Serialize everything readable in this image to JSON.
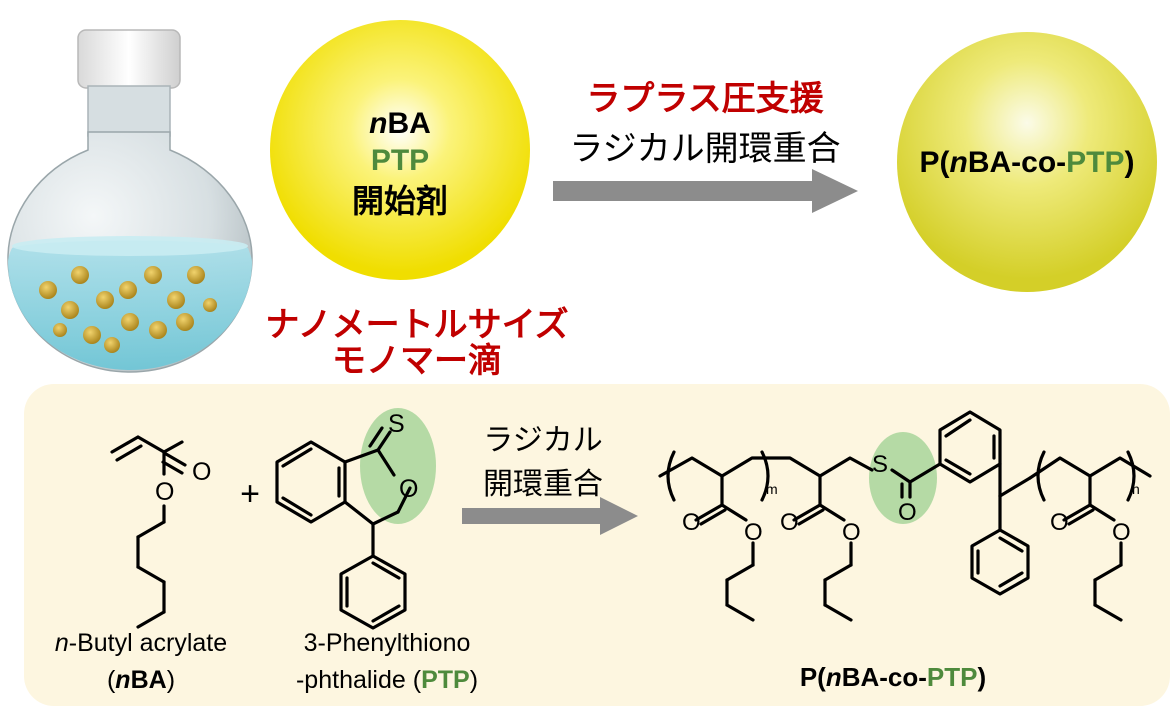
{
  "droplet_left": {
    "line1_italic": "n",
    "line1_rest": "BA",
    "line2": "PTP",
    "line3": "開始剤"
  },
  "process_arrow": {
    "label_red": "ラプラス圧支援",
    "label_black": "ラジカル開環重合"
  },
  "droplet_right": {
    "prefix": "P(",
    "italic": "n",
    "mid": "BA-co-",
    "green": "PTP",
    "suffix": ")"
  },
  "nanodroplet_caption": {
    "line1": "ナノメートルサイズ",
    "line2": "モノマー滴"
  },
  "reaction": {
    "arrow_label_line1": "ラジカル",
    "arrow_label_line2": "開環重合",
    "plus": "+",
    "monomer1": {
      "line1_italic": "n",
      "line1_rest": "-Butyl acrylate",
      "line2_open": "(",
      "line2_italic": "n",
      "line2_bold": "BA",
      "line2_close": ")"
    },
    "monomer2": {
      "line1": "3-Phenylthiono",
      "line2_plain": "-phthalide (",
      "line2_green": "PTP",
      "line2_close": ")"
    },
    "product": {
      "prefix": "P(",
      "italic": "n",
      "mid": "BA-co-",
      "green": "PTP",
      "suffix": ")"
    },
    "atoms": {
      "O": "O",
      "S": "S",
      "m": "m",
      "n": "n"
    }
  },
  "colors": {
    "red": "#c00000",
    "green": "#4e8a3c",
    "panel": "#fdf6e0",
    "arrow": "#8c8c8c",
    "droplet": "#f7e81a",
    "highlight": "#a8d59a"
  }
}
